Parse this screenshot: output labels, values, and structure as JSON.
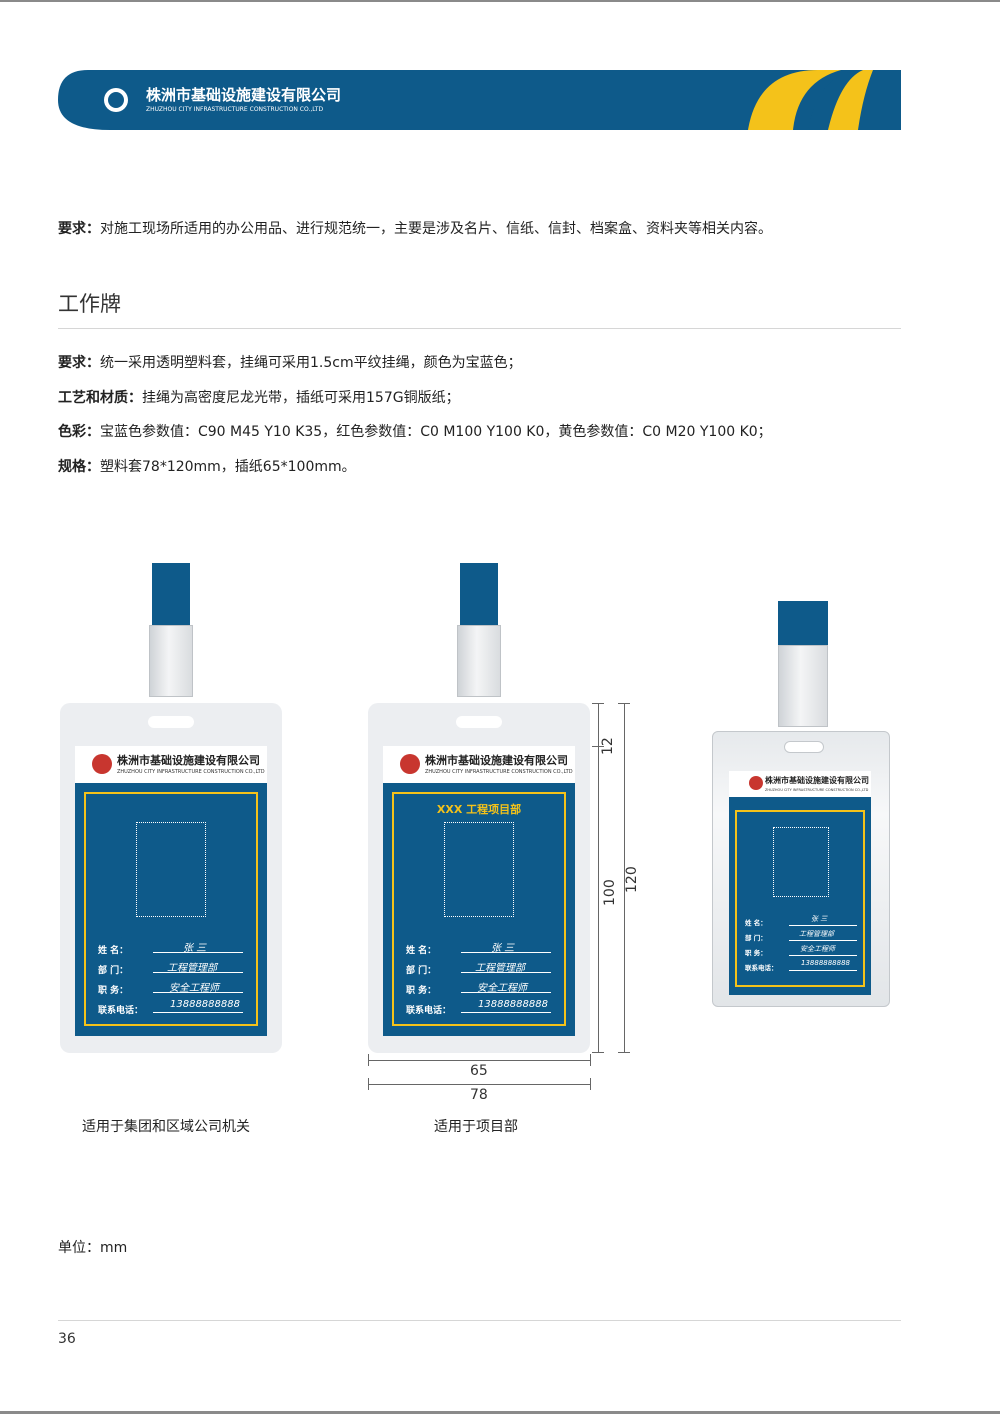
{
  "header": {
    "company_cn": "株洲市基础设施建设有限公司",
    "company_en": "ZHUZHOU CITY INFRASTRUCTURE CONSTRUCTION CO.,LTD",
    "brand_blue": "#0e5a8a",
    "brand_yellow": "#f4c21a"
  },
  "intro": {
    "label": "要求：",
    "text": "对施工现场所适用的办公用品、进行规范统一，主要是涉及名片、信纸、信封、档案盒、资料夹等相关内容。"
  },
  "section": {
    "title": "工作牌",
    "specs": [
      {
        "label": "要求：",
        "text": "统一采用透明塑料套，挂绳可采用1.5cm平纹挂绳，颜色为宝蓝色；"
      },
      {
        "label": "工艺和材质：",
        "text": "挂绳为高密度尼龙光带，插纸可采用157G铜版纸；"
      },
      {
        "label": "色彩：",
        "text": "宝蓝色参数值：C90  M45 Y10 K35，红色参数值：C0 M100 Y100 K0，黄色参数值：C0 M20 Y100 K0；"
      },
      {
        "label": "规格：",
        "text": "塑料套78*120mm，插纸65*100mm。"
      }
    ]
  },
  "badge": {
    "project_title": "XXX 工程项目部",
    "fields": [
      {
        "label": "姓    名：",
        "value": "张  三"
      },
      {
        "label": "部    门：",
        "value": "工程管理部"
      },
      {
        "label": "职    务：",
        "value": "安全工程师"
      },
      {
        "label": "联系电话：",
        "value": "13888888888"
      }
    ]
  },
  "dimensions": {
    "header_height": "12",
    "card_height": "100",
    "case_height": "120",
    "card_width": "65",
    "case_width": "78"
  },
  "captions": {
    "left": "适用于集团和区域公司机关",
    "middle": "适用于项目部"
  },
  "unit_note": "单位：mm",
  "page_number": "36"
}
